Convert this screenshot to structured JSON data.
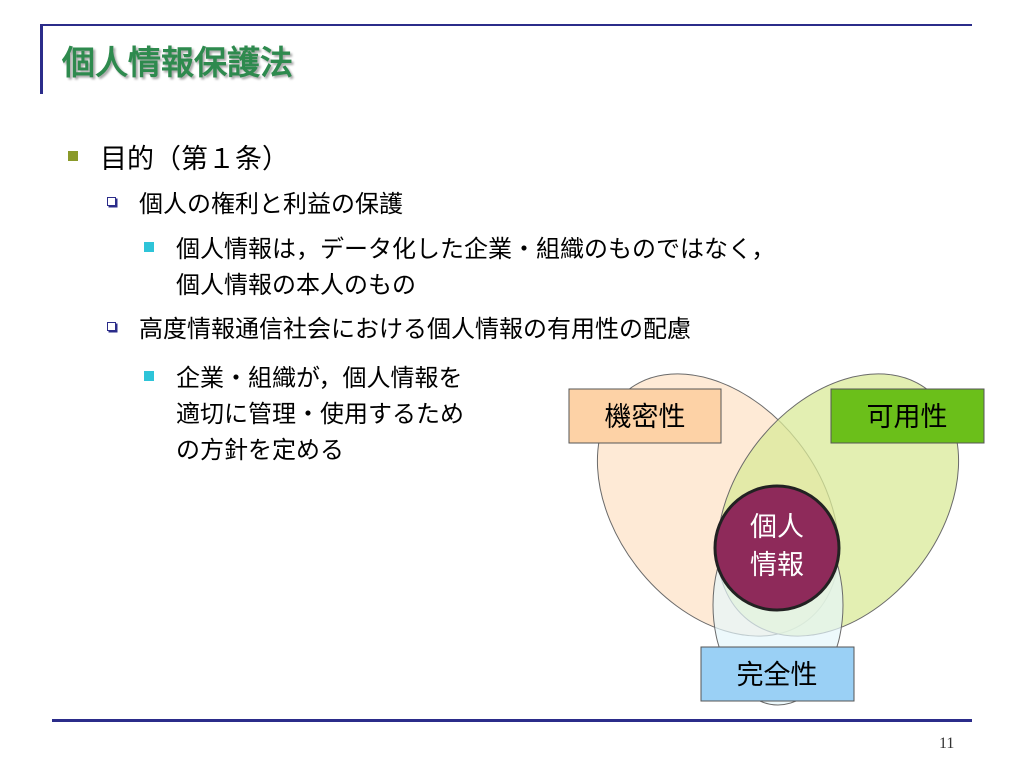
{
  "title": "個人情報保護法",
  "bullets": {
    "l1": "目的（第１条）",
    "l2a": "個人の権利と利益の保護",
    "l3a_line1": "個人情報は，データ化した企業・組織のものではなく，",
    "l3a_line2": "個人情報の本人のもの",
    "l2b": "高度情報通信社会における個人情報の有用性の配慮",
    "l3b_line1": "企業・組織が，個人情報を",
    "l3b_line2": "適切に管理・使用するため",
    "l3b_line3": "の方針を定める"
  },
  "diagram": {
    "confidentiality": "機密性",
    "availability": "可用性",
    "integrity": "完全性",
    "center_line1": "個人",
    "center_line2": "情報"
  },
  "colors": {
    "title": "#2e8a4e",
    "rule": "#2b2c8a",
    "confidentiality_fill": "#fde3c8",
    "availability_fill": "#d9ea98",
    "integrity_fill": "#e6f7fb",
    "center_fill": "#8e2a5a",
    "label_conf_bg": "#fdd2a6",
    "label_avail_bg": "#6bbf1a",
    "label_integ_bg": "#9ad0f5"
  },
  "page_number": "11"
}
